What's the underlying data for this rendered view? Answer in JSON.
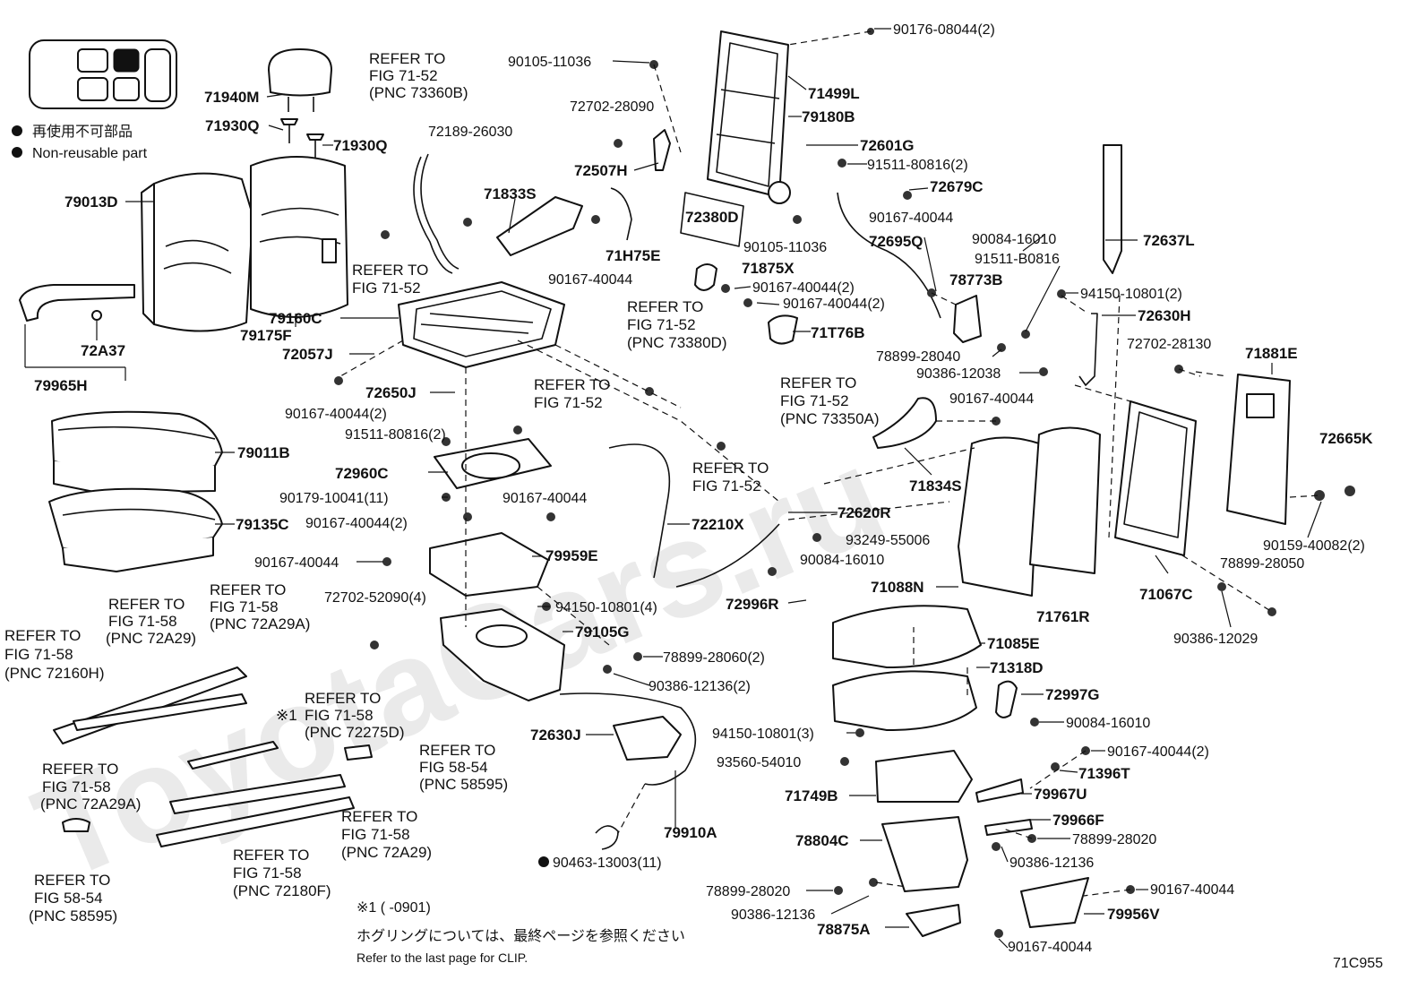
{
  "watermark": "ToyotaCars.ru",
  "figure_code": "71C955",
  "legend": {
    "jp": "再使用不可部品",
    "en": "Non-reusable part"
  },
  "footnote": {
    "mark": "※1 (        -0901)",
    "jp": "ホグリングについては、最終ページを参照ください",
    "en": "Refer to the last page for CLIP."
  },
  "labels": {
    "p01": "90176-08044(2)",
    "p02": "90105-11036",
    "p03": "71499L",
    "p04": "71940M",
    "p05": "72702-28090",
    "p06": "79180B",
    "p07": "71930Q",
    "p08": "71930Q",
    "p09": "72189-26030",
    "p10": "72601G",
    "p11": "72507H",
    "p12": "91511-80816(2)",
    "p13": "79013D",
    "p14": "71833S",
    "p15": "72679C",
    "p16": "72380D",
    "p17": "90167-40044",
    "p18": "90105-11036",
    "p19": "72695Q",
    "p20": "90084-16010",
    "p21": "72637L",
    "p22": "71H75E",
    "p23": "91511-B0816",
    "p24": "90167-40044",
    "p25": "71875X",
    "p26": "90167-40044(2)",
    "p27": "78773B",
    "p28": "79160C",
    "p29": "90167-40044(2)",
    "p30": "94150-10801(2)",
    "p31": "72630H",
    "p32": "71T76B",
    "p33": "72A37",
    "p34": "79175F",
    "p35": "72057J",
    "p36": "78899-28040",
    "p37": "72702-28130",
    "p38": "90386-12038",
    "p39": "71881E",
    "p40": "79965H",
    "p41": "72650J",
    "p42": "90167-40044",
    "p43": "90167-40044(2)",
    "p44": "91511-80816(2)",
    "p45": "79011B",
    "p46": "71834S",
    "p47": "72665K",
    "p48": "72960C",
    "p49": "90179-10041(11)",
    "p50": "90167-40044",
    "p51": "79135C",
    "p52": "72210X",
    "p53": "72620R",
    "p54": "90167-40044(2)",
    "p55": "93249-55006",
    "p56": "90159-40082(2)",
    "p57": "79959E",
    "p58": "90167-40044",
    "p59": "90084-16010",
    "p60": "78899-28050",
    "p61": "71088N",
    "p62": "71067C",
    "p63": "72996R",
    "p64": "71761R",
    "p65": "72702-52090(4)",
    "p66": "94150-10801(4)",
    "p67": "90386-12029",
    "p68": "79105G",
    "p69": "71085E",
    "p70": "78899-28060(2)",
    "p71": "71318D",
    "p72": "90386-12136(2)",
    "p73": "72997G",
    "p74": "90084-16010",
    "p75": "94150-10801(3)",
    "p76": "72630J",
    "p77": "90167-40044(2)",
    "p78": "93560-54010",
    "p79": "71396T",
    "p80": "71749B",
    "p81": "79967U",
    "p82": "79966F",
    "p83": "78804C",
    "p84": "78899-28020",
    "p85": "79910A",
    "p86": "90386-12136",
    "p87": "90463-13003(11)",
    "p88": "90167-40044",
    "p89": "78899-28020",
    "p90": "79956V",
    "p91": "90386-12136",
    "p92": "78875A",
    "p93": "90167-40044"
  },
  "refs": {
    "r01": [
      "REFER TO",
      "FIG 71-52",
      "(PNC 73360B)"
    ],
    "r02": [
      "REFER TO",
      "FIG 71-52"
    ],
    "r03": [
      "REFER TO",
      "FIG 71-52",
      "(PNC 73380D)"
    ],
    "r04": [
      "REFER TO",
      "FIG 71-52"
    ],
    "r05": [
      "REFER TO",
      "FIG 71-52",
      "(PNC 73350A)"
    ],
    "r06": [
      "REFER TO",
      "FIG 71-52"
    ],
    "r07": [
      "REFER TO",
      "FIG 71-58",
      "(PNC 72A29)"
    ],
    "r08": [
      "REFER TO",
      "FIG 71-58",
      "(PNC 72A29A)"
    ],
    "r09": [
      "REFER TO",
      "FIG 71-58",
      "(PNC 72160H)"
    ],
    "r10": [
      "REFER TO",
      "FIG 71-58",
      "(PNC 72275D)"
    ],
    "r11": [
      "REFER TO",
      "FIG 71-58",
      "(PNC 72A29A)"
    ],
    "r12": [
      "REFER TO",
      "FIG 58-54",
      "(PNC 58595)"
    ],
    "r13": [
      "REFER TO",
      "FIG 71-58",
      "(PNC 72A29)"
    ],
    "r14": [
      "REFER TO",
      "FIG 71-58",
      "(PNC 72180F)"
    ],
    "r15": [
      "REFER TO",
      "FIG 58-54",
      "(PNC 58595)"
    ]
  },
  "ref_mark": "※1"
}
